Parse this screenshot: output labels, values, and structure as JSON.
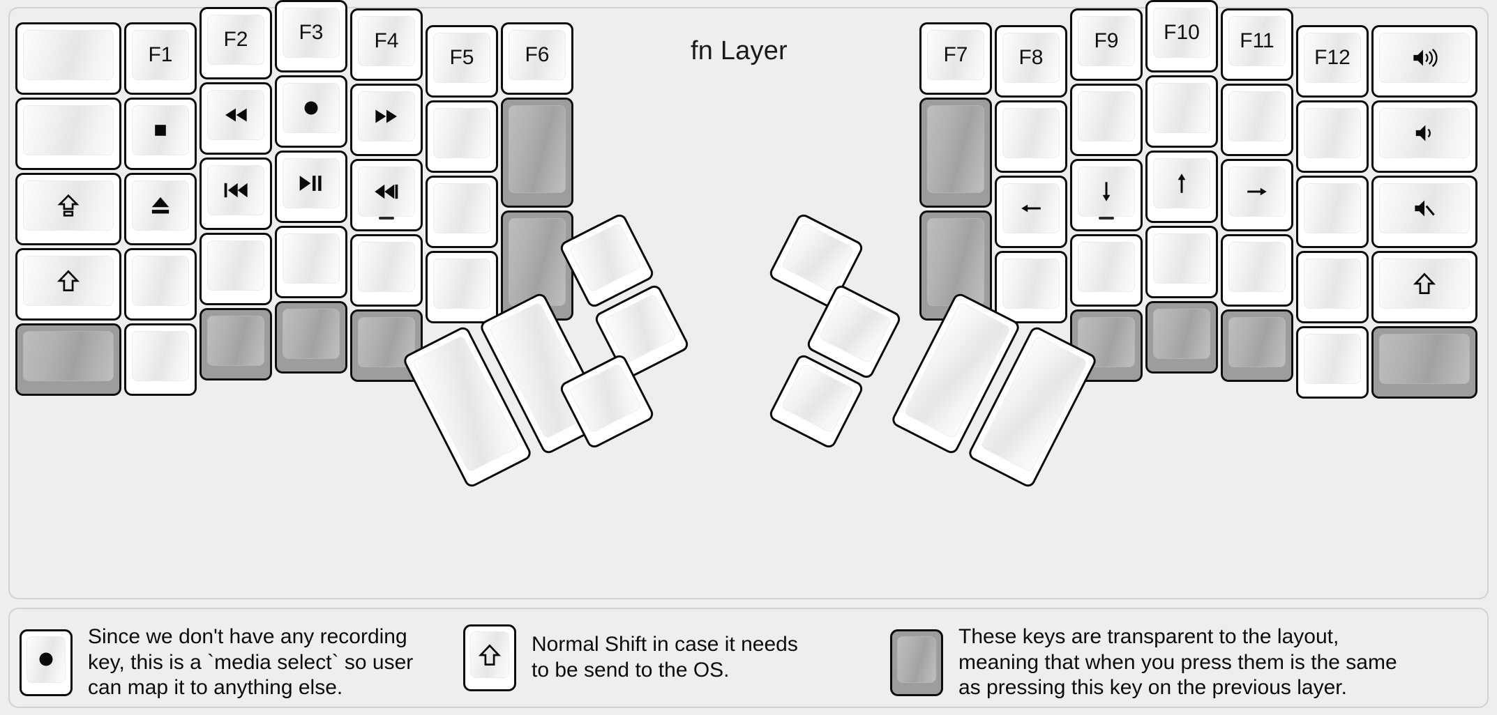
{
  "title": "fn Layer",
  "colors": {
    "background": "#eeeeee",
    "panel_border": "#d2d2d2",
    "key_border": "#0c0c0c",
    "key_face": "#ffffff",
    "transparent_key": "#9d9d9d",
    "label": "#111111"
  },
  "left_half": {
    "columns": [
      {
        "name": "col-outer-left",
        "keys": [
          {
            "label": "",
            "icon": "",
            "variant": "normal"
          },
          {
            "label": "",
            "icon": "",
            "variant": "normal"
          },
          {
            "label": "",
            "icon": "caps-lock-icon",
            "variant": "normal"
          },
          {
            "label": "",
            "icon": "shift-icon",
            "variant": "normal"
          },
          {
            "label": "",
            "icon": "",
            "variant": "transparent"
          }
        ]
      },
      {
        "name": "col-f1",
        "keys": [
          {
            "label": "F1",
            "icon": "",
            "variant": "normal"
          },
          {
            "label": "",
            "icon": "media-stop-icon",
            "variant": "normal"
          },
          {
            "label": "",
            "icon": "media-eject-icon",
            "variant": "normal"
          },
          {
            "label": "",
            "icon": "",
            "variant": "normal"
          },
          {
            "label": "",
            "icon": "",
            "variant": "normal"
          }
        ]
      },
      {
        "name": "col-f2",
        "keys": [
          {
            "label": "F2",
            "icon": "",
            "variant": "normal"
          },
          {
            "label": "",
            "icon": "media-rewind-icon",
            "variant": "normal"
          },
          {
            "label": "",
            "icon": "media-previous-icon",
            "variant": "normal"
          },
          {
            "label": "",
            "icon": "",
            "variant": "normal"
          },
          {
            "label": "",
            "icon": "",
            "variant": "transparent"
          }
        ]
      },
      {
        "name": "col-f3",
        "keys": [
          {
            "label": "F3",
            "icon": "",
            "variant": "normal"
          },
          {
            "label": "",
            "icon": "media-record-icon",
            "variant": "normal"
          },
          {
            "label": "",
            "icon": "media-play-pause-icon",
            "variant": "normal"
          },
          {
            "label": "",
            "icon": "",
            "variant": "normal"
          },
          {
            "label": "",
            "icon": "",
            "variant": "transparent"
          }
        ]
      },
      {
        "name": "col-f4",
        "keys": [
          {
            "label": "F4",
            "icon": "",
            "variant": "normal"
          },
          {
            "label": "",
            "icon": "media-fast-forward-icon",
            "variant": "normal"
          },
          {
            "label": "",
            "icon": "media-next-icon",
            "variant": "normal",
            "homing": true
          },
          {
            "label": "",
            "icon": "",
            "variant": "normal"
          },
          {
            "label": "",
            "icon": "",
            "variant": "transparent"
          }
        ]
      },
      {
        "name": "col-f5",
        "keys": [
          {
            "label": "F5",
            "icon": "",
            "variant": "normal"
          },
          {
            "label": "",
            "icon": "",
            "variant": "normal"
          },
          {
            "label": "",
            "icon": "",
            "variant": "normal"
          },
          {
            "label": "",
            "icon": "",
            "variant": "normal"
          }
        ]
      },
      {
        "name": "col-f6",
        "keys": [
          {
            "label": "F6",
            "icon": "",
            "variant": "normal"
          },
          {
            "label": "",
            "icon": "",
            "variant": "transparent"
          },
          {
            "label": "",
            "icon": "",
            "variant": "transparent"
          }
        ]
      }
    ],
    "thumb_cluster": [
      {
        "name": "thumb-left-big-1",
        "label": "",
        "variant": "normal"
      },
      {
        "name": "thumb-left-big-2",
        "label": "",
        "variant": "normal"
      },
      {
        "name": "thumb-left-small-top",
        "label": "",
        "variant": "normal"
      },
      {
        "name": "thumb-left-small-mid",
        "label": "",
        "variant": "normal"
      },
      {
        "name": "thumb-left-small-bottom",
        "label": "",
        "variant": "normal"
      }
    ]
  },
  "right_half": {
    "columns": [
      {
        "name": "col-f7",
        "keys": [
          {
            "label": "F7",
            "icon": "",
            "variant": "normal"
          },
          {
            "label": "",
            "icon": "",
            "variant": "transparent"
          },
          {
            "label": "",
            "icon": "",
            "variant": "transparent"
          }
        ]
      },
      {
        "name": "col-f8",
        "keys": [
          {
            "label": "F8",
            "icon": "",
            "variant": "normal"
          },
          {
            "label": "",
            "icon": "",
            "variant": "normal"
          },
          {
            "label": "",
            "icon": "arrow-left-icon",
            "variant": "normal"
          },
          {
            "label": "",
            "icon": "",
            "variant": "normal"
          }
        ]
      },
      {
        "name": "col-f9",
        "keys": [
          {
            "label": "F9",
            "icon": "",
            "variant": "normal"
          },
          {
            "label": "",
            "icon": "",
            "variant": "normal"
          },
          {
            "label": "",
            "icon": "arrow-down-icon",
            "variant": "normal",
            "homing": true
          },
          {
            "label": "",
            "icon": "",
            "variant": "normal"
          },
          {
            "label": "",
            "icon": "",
            "variant": "transparent"
          }
        ]
      },
      {
        "name": "col-f10",
        "keys": [
          {
            "label": "F10",
            "icon": "",
            "variant": "normal"
          },
          {
            "label": "",
            "icon": "",
            "variant": "normal"
          },
          {
            "label": "",
            "icon": "arrow-up-icon",
            "variant": "normal"
          },
          {
            "label": "",
            "icon": "",
            "variant": "normal"
          },
          {
            "label": "",
            "icon": "",
            "variant": "transparent"
          }
        ]
      },
      {
        "name": "col-f11",
        "keys": [
          {
            "label": "F11",
            "icon": "",
            "variant": "normal"
          },
          {
            "label": "",
            "icon": "",
            "variant": "normal"
          },
          {
            "label": "",
            "icon": "arrow-right-icon",
            "variant": "normal"
          },
          {
            "label": "",
            "icon": "",
            "variant": "normal"
          },
          {
            "label": "",
            "icon": "",
            "variant": "transparent"
          }
        ]
      },
      {
        "name": "col-f12",
        "keys": [
          {
            "label": "F12",
            "icon": "",
            "variant": "normal"
          },
          {
            "label": "",
            "icon": "",
            "variant": "normal"
          },
          {
            "label": "",
            "icon": "",
            "variant": "normal"
          },
          {
            "label": "",
            "icon": "",
            "variant": "normal"
          },
          {
            "label": "",
            "icon": "",
            "variant": "normal"
          }
        ]
      },
      {
        "name": "col-outer-right",
        "keys": [
          {
            "label": "",
            "icon": "volume-up-icon",
            "variant": "normal"
          },
          {
            "label": "",
            "icon": "volume-down-icon",
            "variant": "normal"
          },
          {
            "label": "",
            "icon": "volume-mute-icon",
            "variant": "normal"
          },
          {
            "label": "",
            "icon": "shift-icon",
            "variant": "normal"
          },
          {
            "label": "",
            "icon": "",
            "variant": "transparent"
          }
        ]
      }
    ],
    "thumb_cluster": [
      {
        "name": "thumb-right-big-1",
        "label": "",
        "variant": "normal"
      },
      {
        "name": "thumb-right-big-2",
        "label": "",
        "variant": "normal"
      },
      {
        "name": "thumb-right-small-top",
        "label": "",
        "variant": "normal"
      },
      {
        "name": "thumb-right-small-mid",
        "label": "",
        "variant": "normal"
      },
      {
        "name": "thumb-right-small-bottom",
        "label": "",
        "variant": "normal"
      }
    ]
  },
  "legend": [
    {
      "key_icon": "media-record-icon",
      "key_variant": "normal",
      "text": "Since we don't have any recording\nkey, this is a `media select` so user\ncan map it to anything else."
    },
    {
      "key_icon": "shift-icon",
      "key_variant": "normal",
      "text": "Normal Shift in case it needs\nto be send to the OS."
    },
    {
      "key_icon": "",
      "key_variant": "transparent",
      "text": "These keys are transparent to the layout,\nmeaning that when you press them is the same\nas pressing this key on the previous layer."
    }
  ]
}
